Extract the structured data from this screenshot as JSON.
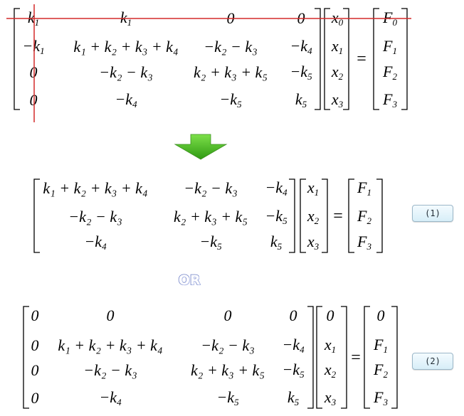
{
  "equations": [
    {
      "id": "original-system",
      "matrix": [
        [
          [
            "k",
            "1"
          ],
          [
            "k",
            "1"
          ],
          [
            "0",
            ""
          ],
          [
            "0",
            ""
          ]
        ],
        [
          [
            "−k",
            "1"
          ],
          [
            "k₁ + k₂ + k₃ + k₄",
            ""
          ],
          [
            "−k₂ − k₃",
            ""
          ],
          [
            "−k",
            "4"
          ]
        ],
        [
          [
            "0",
            ""
          ],
          [
            "−k₂ − k₃",
            ""
          ],
          [
            "k₂ + k₃ + k₅",
            ""
          ],
          [
            "−k",
            "5"
          ]
        ],
        [
          [
            "0",
            ""
          ],
          [
            "−k",
            "4"
          ],
          [
            "−k",
            "5"
          ],
          [
            "k",
            "5"
          ]
        ]
      ],
      "x": [
        [
          "x",
          "0"
        ],
        [
          "x",
          "1"
        ],
        [
          "x",
          "2"
        ],
        [
          "x",
          "3"
        ]
      ],
      "f": [
        [
          "F",
          "0"
        ],
        [
          "F",
          "1"
        ],
        [
          "F",
          "2"
        ],
        [
          "F",
          "3"
        ]
      ],
      "tag": ""
    },
    {
      "id": "reduced-system",
      "matrix": [
        [
          [
            "k₁ + k₂ + k₃ + k₄",
            ""
          ],
          [
            "−k₂ − k₃",
            ""
          ],
          [
            "−k",
            "4"
          ]
        ],
        [
          [
            "−k₂ − k₃",
            ""
          ],
          [
            "k₂ + k₃ + k₅",
            ""
          ],
          [
            "−k",
            "5"
          ]
        ],
        [
          [
            "−k",
            "4"
          ],
          [
            "−k",
            "5"
          ],
          [
            "k",
            "5"
          ]
        ]
      ],
      "x": [
        [
          "x",
          "1"
        ],
        [
          "x",
          "2"
        ],
        [
          "x",
          "3"
        ]
      ],
      "f": [
        [
          "F",
          "1"
        ],
        [
          "F",
          "2"
        ],
        [
          "F",
          "3"
        ]
      ],
      "tag": "(1)"
    },
    {
      "id": "zeroed-system",
      "matrix": [
        [
          [
            "0",
            ""
          ],
          [
            "0",
            ""
          ],
          [
            "0",
            ""
          ],
          [
            "0",
            ""
          ]
        ],
        [
          [
            "0",
            ""
          ],
          [
            "k₁ + k₂ + k₃ + k₄",
            ""
          ],
          [
            "−k₂ − k₃",
            ""
          ],
          [
            "−k",
            "4"
          ]
        ],
        [
          [
            "0",
            ""
          ],
          [
            "−k₂ − k₃",
            ""
          ],
          [
            "k₂ + k₃ + k₅",
            ""
          ],
          [
            "−k",
            "5"
          ]
        ],
        [
          [
            "0",
            ""
          ],
          [
            "−k",
            "4"
          ],
          [
            "−k",
            "5"
          ],
          [
            "k",
            "5"
          ]
        ]
      ],
      "x": [
        [
          "0",
          ""
        ],
        [
          "x",
          "1"
        ],
        [
          "x",
          "2"
        ],
        [
          "x",
          "3"
        ]
      ],
      "f": [
        [
          "0",
          ""
        ],
        [
          "F",
          "1"
        ],
        [
          "F",
          "2"
        ],
        [
          "F",
          "3"
        ]
      ],
      "tag": "(2)"
    }
  ],
  "equals_sign": "=",
  "or_text": "OR",
  "colors": {
    "strike_line": "#d42a2a",
    "arrow_light": "#7de04a",
    "arrow_dark": "#2f9a12",
    "or_outline": "#6e7fc6",
    "button_border": "#9bb7c8"
  },
  "icons": {
    "arrow": "down-arrow-icon",
    "strike": "strikethrough-cross"
  }
}
